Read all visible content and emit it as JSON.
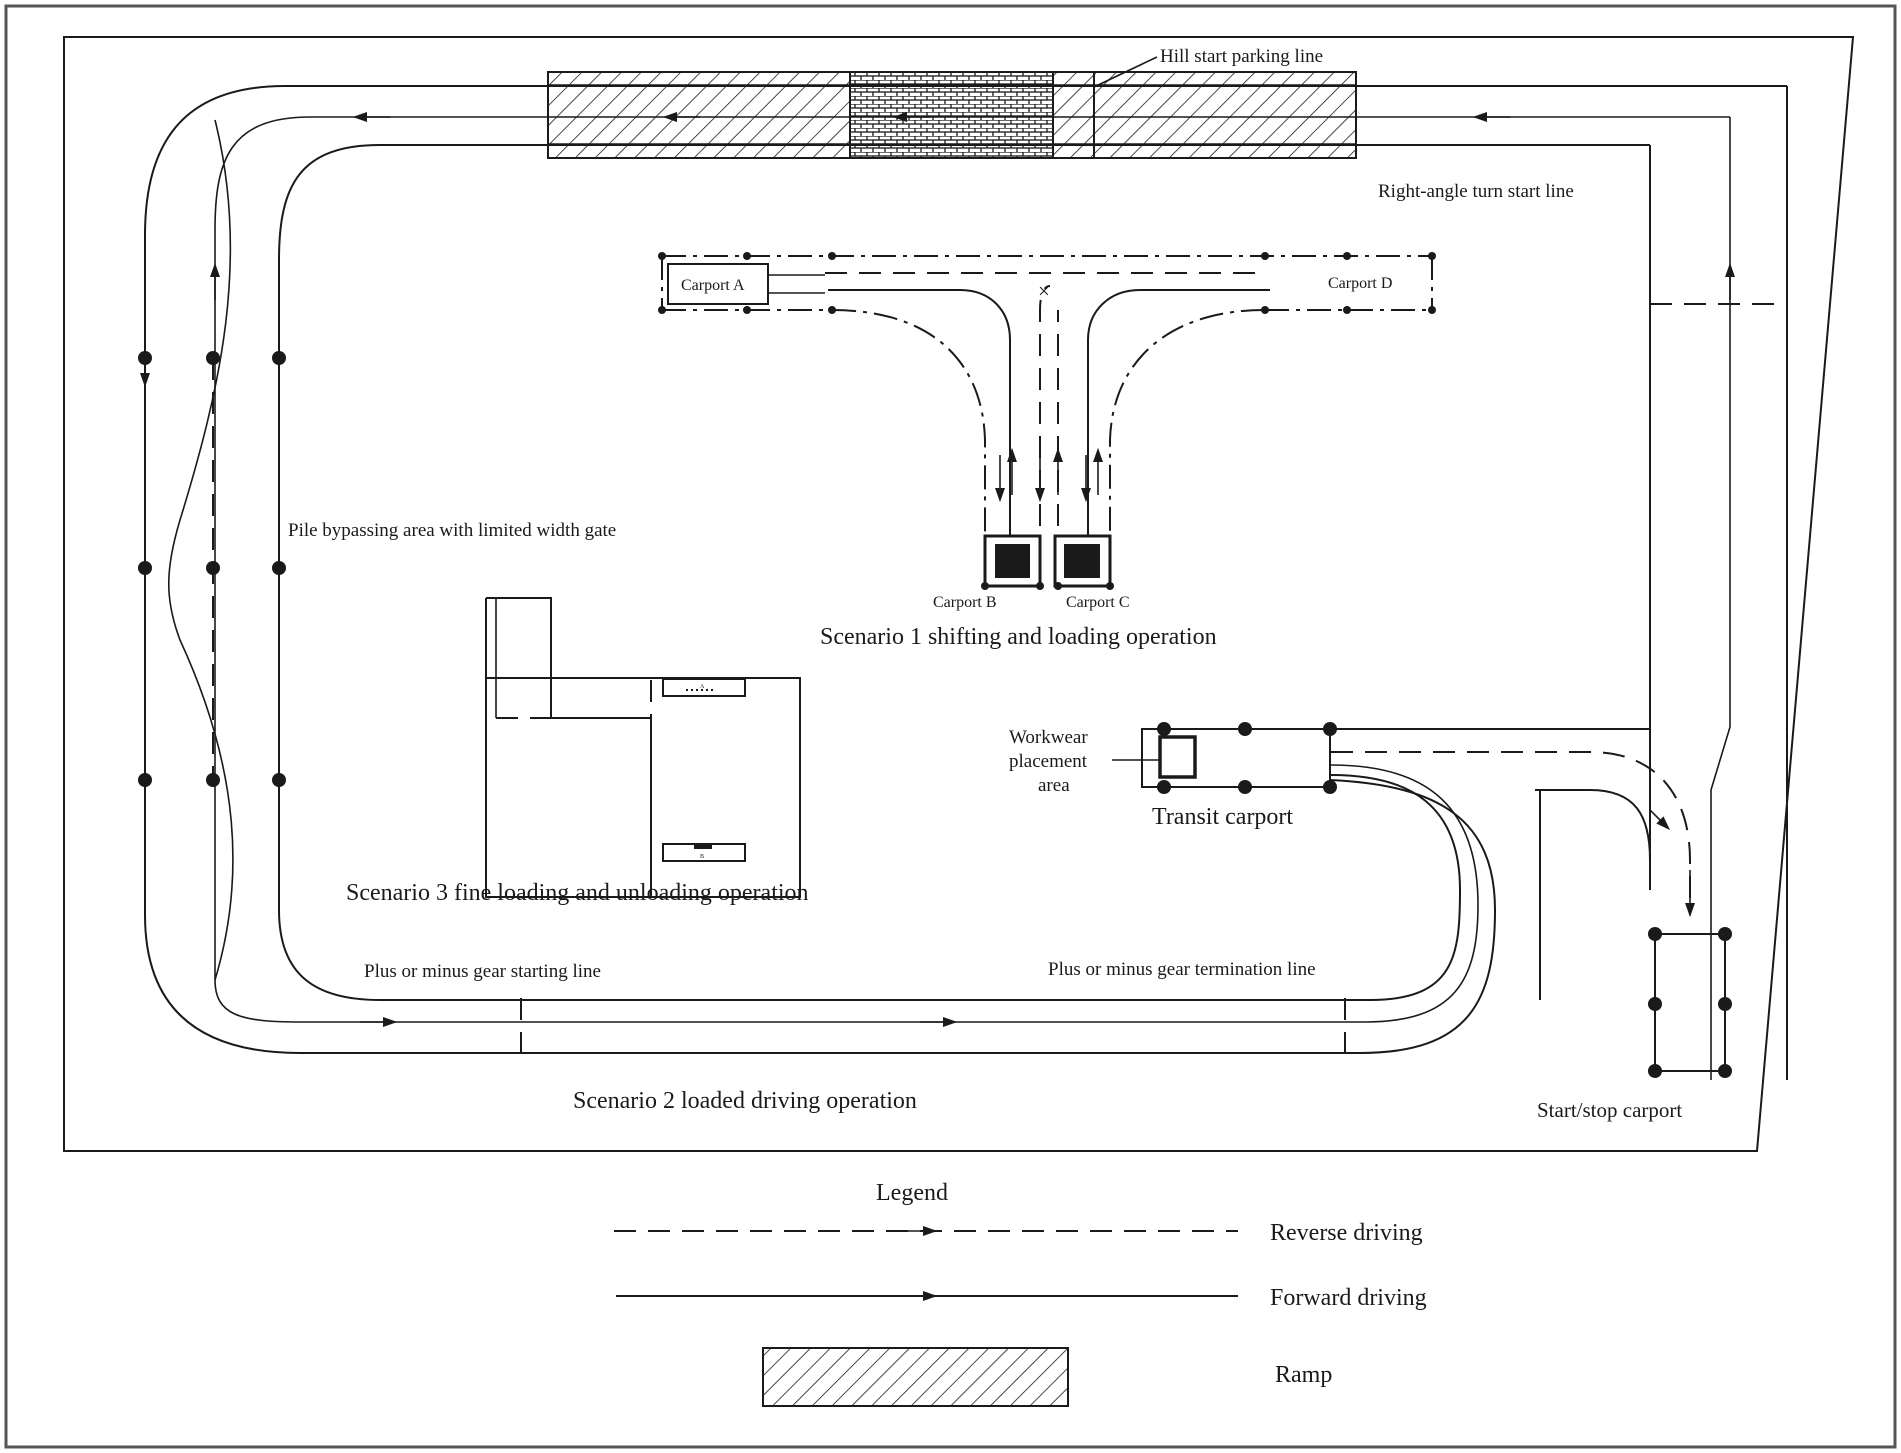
{
  "labels": {
    "hill_start": "Hill start parking line",
    "right_angle": "Right-angle turn start line",
    "carport_a": "Carport A",
    "carport_b": "Carport B",
    "carport_c": "Carport C",
    "carport_d": "Carport D",
    "scenario1": "Scenario 1 shifting and loading operation",
    "pile_bypass": "Pile bypassing area with limited width gate",
    "workwear_1": "Workwear",
    "workwear_2": "placement",
    "workwear_3": "area",
    "transit": "Transit carport",
    "scenario3": "Scenario 3 fine loading and unloading operation",
    "gear_start": "Plus or minus gear starting line",
    "gear_end": "Plus or minus gear termination line",
    "scenario2": "Scenario 2 loaded driving operation",
    "start_stop": "Start/stop carport",
    "mark_a": "A",
    "mark_b": "B"
  },
  "legend": {
    "title": "Legend",
    "reverse": "Reverse driving",
    "forward": "Forward driving",
    "ramp": "Ramp"
  }
}
